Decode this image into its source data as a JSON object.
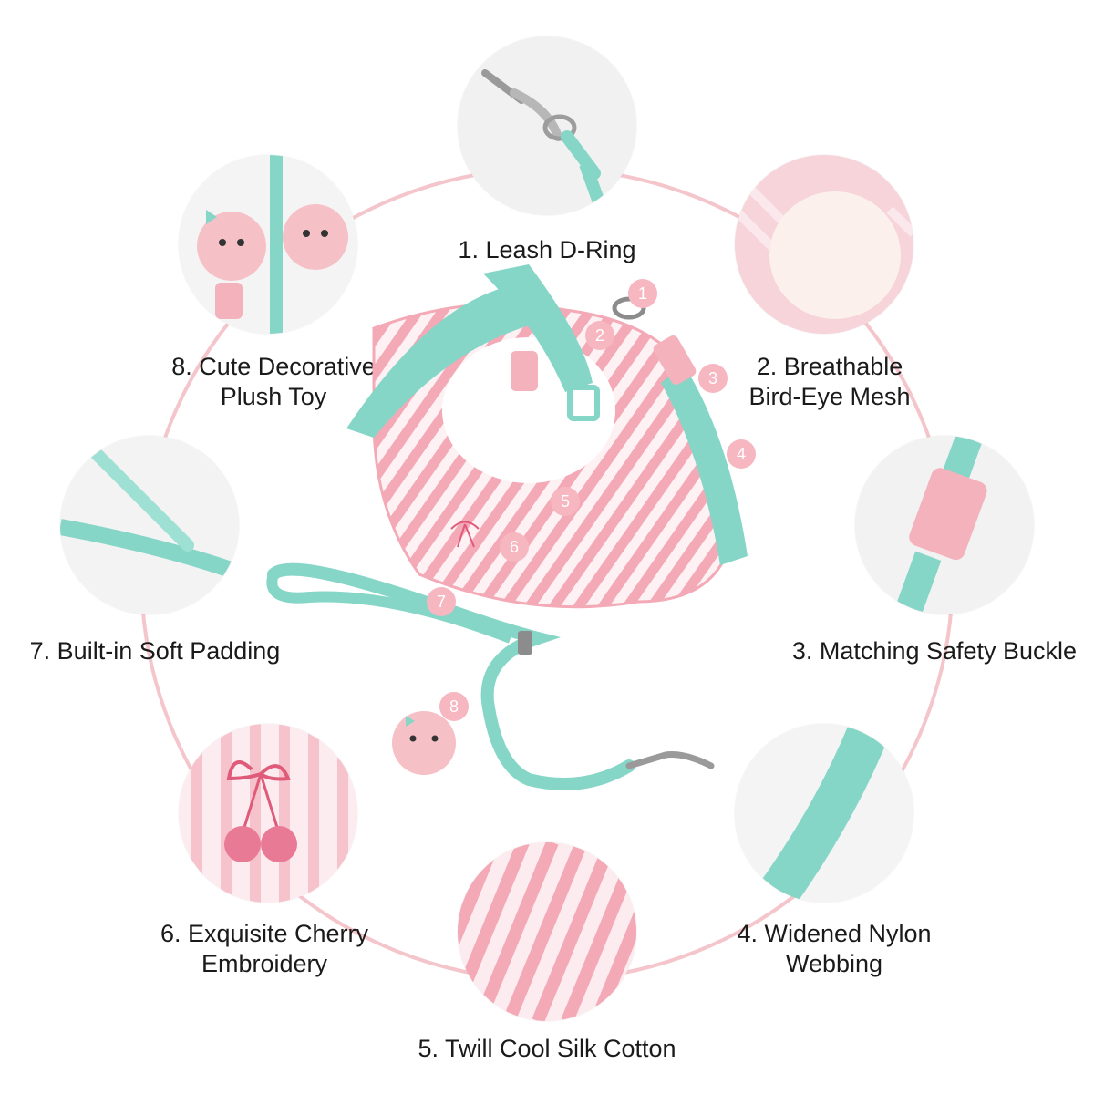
{
  "colors": {
    "ring": "#f4c6cc",
    "mint": "#86d6c8",
    "mint_dark": "#6cc3b4",
    "pink": "#f3a9b6",
    "pink_light": "#fbe3e7",
    "badge": "#f6b7c1"
  },
  "features": [
    {
      "number": "1",
      "text_lines": [
        "1. Leash D-Ring"
      ],
      "icon": "d-ring-icon"
    },
    {
      "number": "2",
      "text_lines": [
        "2. Breathable",
        "Bird-Eye Mesh"
      ],
      "icon": "mesh-icon"
    },
    {
      "number": "3",
      "text_lines": [
        "3. Matching Safety Buckle"
      ],
      "icon": "buckle-icon"
    },
    {
      "number": "4",
      "text_lines": [
        "4. Widened Nylon",
        "Webbing"
      ],
      "icon": "webbing-icon"
    },
    {
      "number": "5",
      "text_lines": [
        "5. Twill Cool Silk Cotton"
      ],
      "icon": "stripes-icon"
    },
    {
      "number": "6",
      "text_lines": [
        "6. Exquisite Cherry",
        "Embroidery"
      ],
      "icon": "cherry-icon"
    },
    {
      "number": "7",
      "text_lines": [
        "7. Built-in Soft Padding"
      ],
      "icon": "padding-icon"
    },
    {
      "number": "8",
      "text_lines": [
        "8. Cute Decorative",
        "Plush Toy"
      ],
      "icon": "plush-toy-icon"
    }
  ]
}
